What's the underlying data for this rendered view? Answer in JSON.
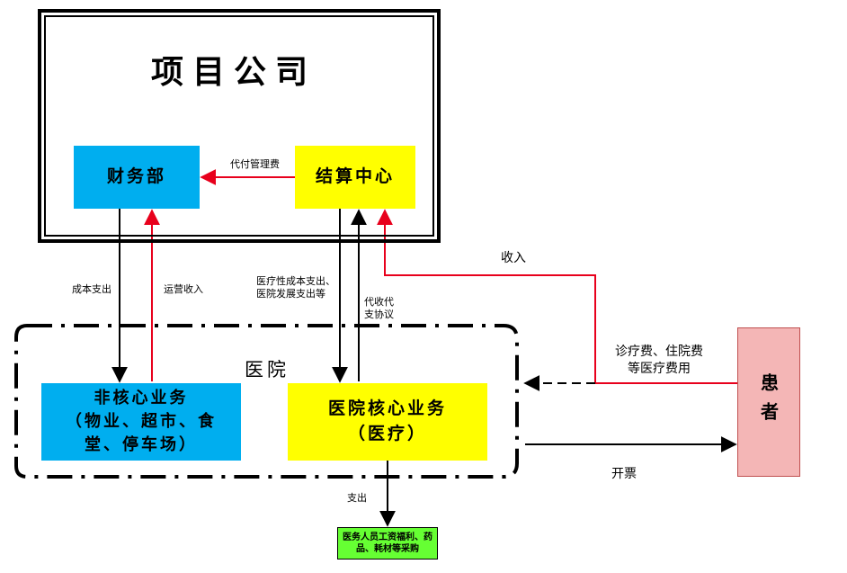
{
  "company": {
    "title": "项目公司",
    "finance": "财务部",
    "settlement": "结算中心"
  },
  "hospital": {
    "label": "医院",
    "non_core": {
      "line1": "非核心业务",
      "line2": "（物业、超市、食",
      "line3": "堂、停车场）"
    },
    "core": {
      "line1": "医院核心业务",
      "line2": "（医疗）"
    }
  },
  "patient": "患者",
  "purchase": {
    "line1": "医务人员工资福利、药",
    "line2": "品、耗材等采购"
  },
  "flows": {
    "agency_fee": "代付管理费",
    "cost_out": "成本支出",
    "op_income": "运营收入",
    "medical_cost_1": "医疗性成本支出、",
    "medical_cost_2": "医院发展支出等",
    "agency_1": "代收代",
    "agency_2": "支协议",
    "income": "收入",
    "fees_1": "诊疗费、住院费",
    "fees_2": "等医疗费用",
    "invoice": "开票",
    "expense": "支出"
  },
  "colors": {
    "blue": "#00aeef",
    "yellow": "#ffff00",
    "pink": "#f4b6b6",
    "green": "#66ff33",
    "red": "#e8001c"
  }
}
